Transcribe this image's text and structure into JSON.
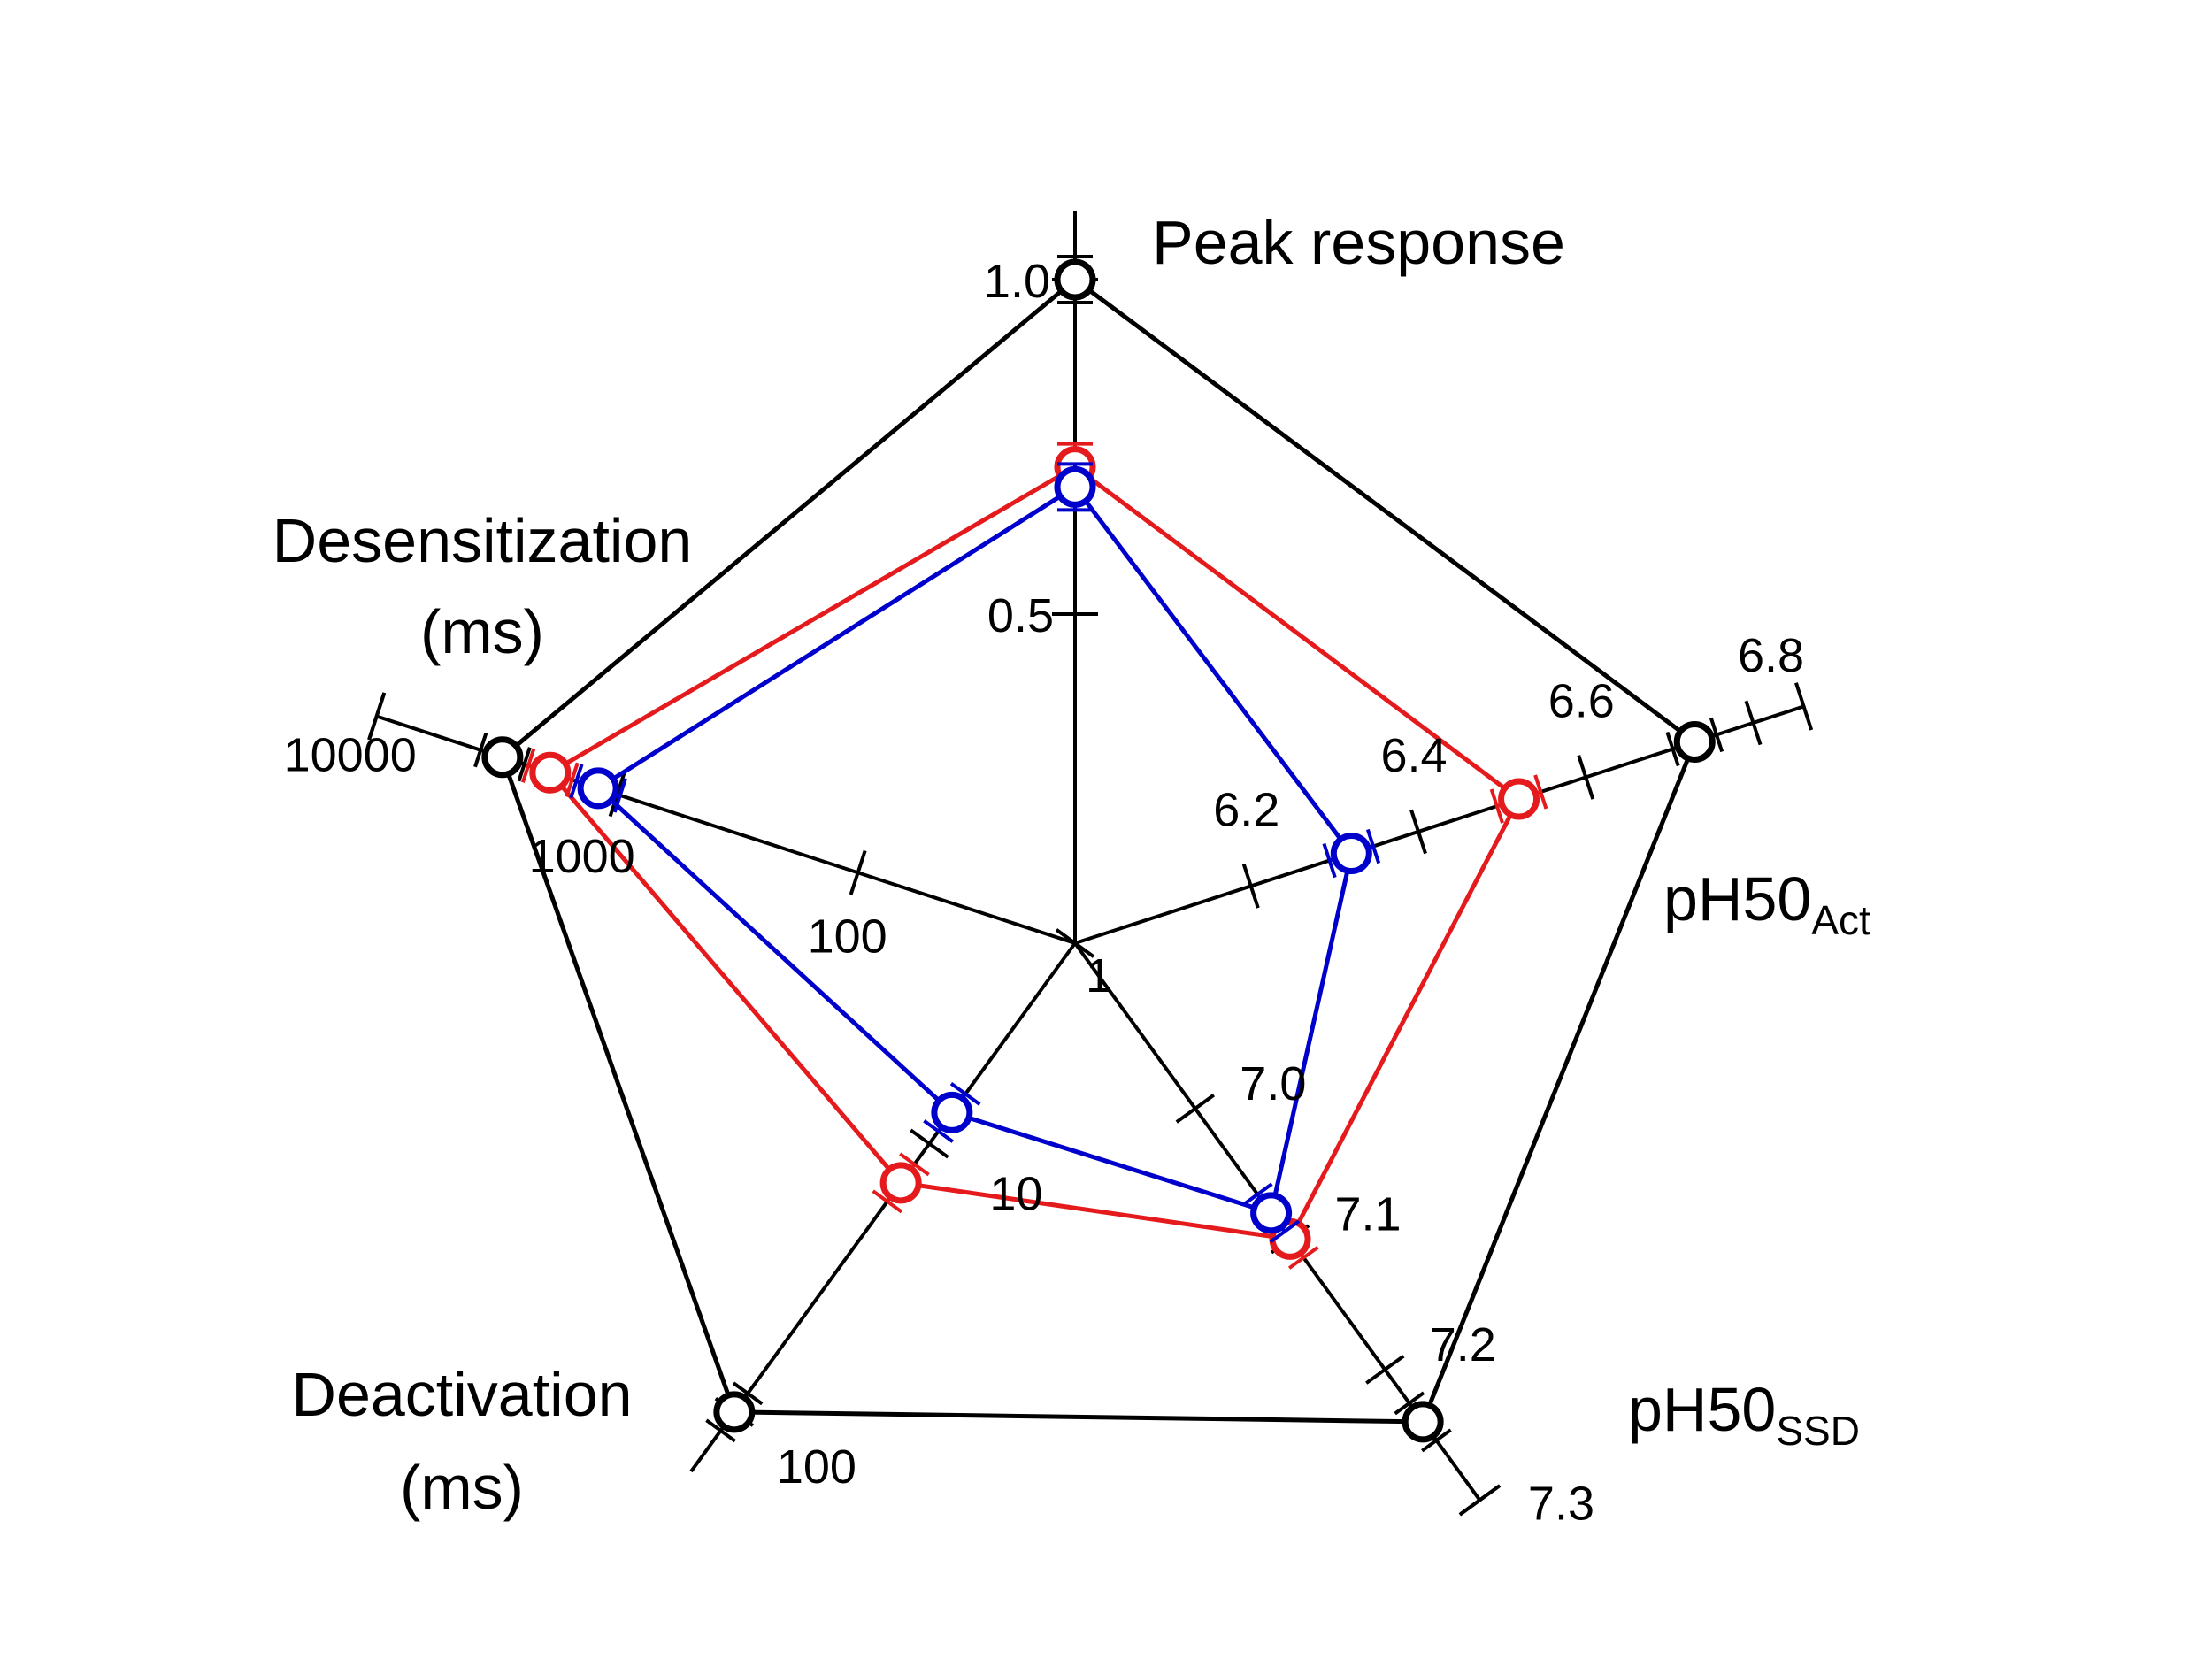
{
  "chart_data": {
    "type": "radar",
    "title": "",
    "axes": [
      {
        "id": "peak",
        "label": "Peak response",
        "scale": "linear",
        "ticks": [
          {
            "value": 0.5,
            "label": "0.5"
          },
          {
            "value": 1.0,
            "label": "1.0"
          }
        ]
      },
      {
        "id": "ph50act",
        "label_main": "pH50",
        "label_sub": "Act",
        "scale": "linear",
        "ticks": [
          {
            "value": 6.2,
            "label": "6.2"
          },
          {
            "value": 6.4,
            "label": "6.4"
          },
          {
            "value": 6.6,
            "label": "6.6"
          },
          {
            "value": 6.8,
            "label": "6.8"
          }
        ]
      },
      {
        "id": "ph50ssd",
        "label_main": "pH50",
        "label_sub": "SSD",
        "scale": "linear",
        "ticks": [
          {
            "value": 7.0,
            "label": "7.0"
          },
          {
            "value": 7.1,
            "label": "7.1"
          },
          {
            "value": 7.2,
            "label": "7.2"
          },
          {
            "value": 7.3,
            "label": "7.3"
          }
        ]
      },
      {
        "id": "deact",
        "label_line1": "Deactivation",
        "label_line2": "(ms)",
        "scale": "log",
        "ticks": [
          {
            "value": 1,
            "label": "1"
          },
          {
            "value": 10,
            "label": "10"
          },
          {
            "value": 100,
            "label": "100"
          }
        ]
      },
      {
        "id": "desens",
        "label_line1": "Desensitization",
        "label_line2": "(ms)",
        "scale": "log",
        "ticks": [
          {
            "value": 100,
            "label": "100"
          },
          {
            "value": 1000,
            "label": "1000"
          },
          {
            "value": 10000,
            "label": "10000"
          }
        ]
      }
    ],
    "series": [
      {
        "color": "#000000",
        "values": {
          "peak": 1.0,
          "ph50act": 6.73,
          "ph50ssd": 7.24,
          "deact": 100,
          "desens": 3000
        }
      },
      {
        "color": "#e41a1c",
        "values": {
          "peak": 0.72,
          "ph50act": 6.52,
          "ph50ssd": 7.1,
          "deact": 14,
          "desens": 1900
        }
      },
      {
        "color": "#0000cc",
        "values": {
          "peak": 0.69,
          "ph50act": 6.32,
          "ph50ssd": 7.08,
          "deact": 7,
          "desens": 1200
        }
      }
    ],
    "legend": "none",
    "grid": false
  }
}
